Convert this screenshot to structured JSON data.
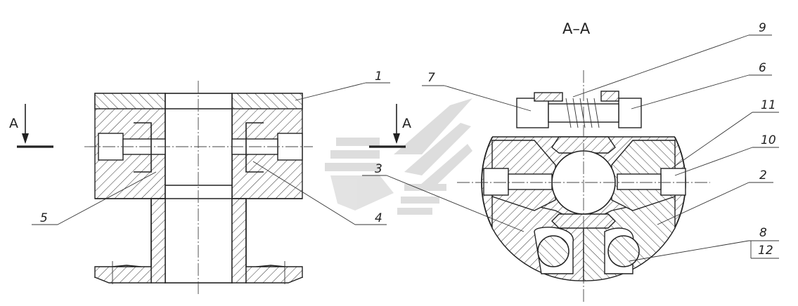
{
  "drawing": {
    "section_title": "A–A",
    "arrow_label_left": "A",
    "arrow_label_mid": "A",
    "callouts": {
      "c1": "1",
      "c2": "2",
      "c3": "3",
      "c4": "4",
      "c5": "5",
      "c6": "6",
      "c7": "7",
      "c8": "8",
      "c9": "9",
      "c10": "10",
      "c11": "11",
      "c12": "12"
    }
  }
}
